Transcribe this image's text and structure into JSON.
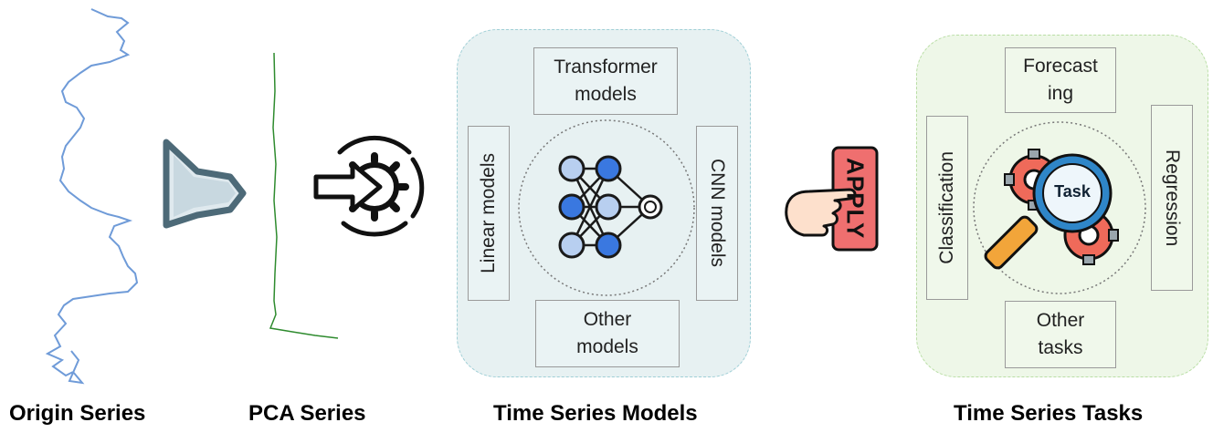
{
  "captions": {
    "origin": "Origin  Series",
    "pca": "PCA  Series",
    "models": "Time  Series Models",
    "tasks": "Time  Series Tasks"
  },
  "models_panel": {
    "top": [
      "Transformer",
      "models"
    ],
    "left": "Linear models",
    "right": "CNN models",
    "bottom": [
      "Other",
      "models"
    ]
  },
  "apply_label": "APPLY",
  "tasks_panel": {
    "top": [
      "Forecast",
      "ing"
    ],
    "left": "Classification",
    "right": "Regression",
    "bottom": [
      "Other",
      "tasks"
    ],
    "center_label": "Task"
  },
  "colors": {
    "origin_line": "#6f9bd8",
    "pca_line": "#2e8b2e",
    "funnel": "#4d6a78",
    "apply_badge": "#ef6f6f",
    "node_dark": "#3a78e0",
    "node_light": "#b8cff0"
  },
  "icons": [
    "funnel-icon",
    "gear-input-icon",
    "neural-network-icon",
    "pointing-hand-icon",
    "magnifier-gears-icon"
  ]
}
